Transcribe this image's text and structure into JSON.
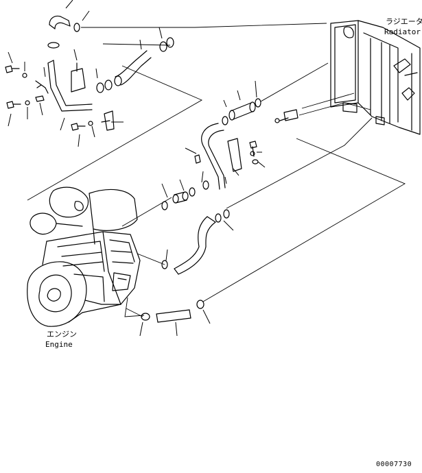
{
  "labels": {
    "radiator_jp": "ラジエータ",
    "radiator_en": "Radiator",
    "engine_jp": "エンジン",
    "engine_en": "Engine",
    "figure_number": "00007730"
  },
  "colors": {
    "ink": "#000000",
    "paper": "#ffffff"
  }
}
